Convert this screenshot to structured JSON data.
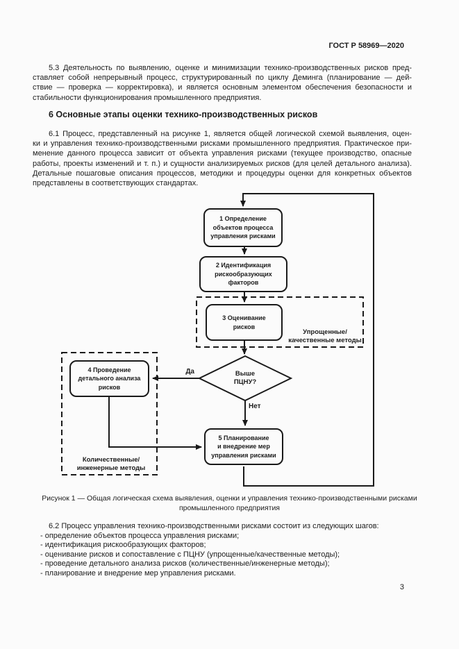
{
  "page": {
    "header": "ГОСТ Р 58969—2020",
    "page_number": "3"
  },
  "section_5_3": {
    "lines": [
      "5.3 Деятельность по выявлению, оценке и минимизации технико-производственных рисков пред-",
      "ставляет собой непрерывный процесс, структурированный по циклу Деминга (планирование — дей-",
      "ствие — проверка — корректировка), и является основным элементом обеспечения безопасности и",
      "стабильности функционирования промышленного предприятия."
    ]
  },
  "section_6": {
    "heading": "6 Основные этапы оценки технико-производственных рисков",
    "para_6_1_lines": [
      "6.1 Процесс, представленный на рисунке 1, является общей логической схемой выявления, оцен-",
      "ки и управления технико-производственными рисками промышленного предприятия. Практическое при-",
      "менение данного процесса зависит от объекта управления рисками (текущее производство, опасные",
      "работы, проекты изменений и т. п.) и сущности анализируемых рисков (для целей детального анализа).",
      "Детальные пошаговые описания процессов, методики и процедуры оценки для конкретных объектов",
      "представлены в соответствующих стандартах."
    ],
    "para_6_2_intro": "6.2 Процесс управления технико-производственными рисками состоит из следующих шагов:",
    "para_6_2_bullets": [
      "- определение объектов процесса управления рисками;",
      "- идентификация рискообразующих факторов;",
      "- оценивание рисков и сопоставление с ПЦНУ (упрощенные/качественные методы);",
      "- проведение детального анализа рисков (количественные/инженерные методы);",
      "- планирование и внедрение мер управления рисками."
    ]
  },
  "figure": {
    "caption_line_1": "Рисунок 1 — Общая логическая схема выявления, оценки и управления технико-производственными рисками",
    "caption_line_2": "промышленного предприятия",
    "box_1": "1 Определение\nобъектов процесса\nуправления рисками",
    "box_2": "2 Идентификация\nрискообразующих\nфакторов",
    "box_3": "3 Оценивание\nрисков",
    "box_4": "4 Проведение\nдетального анализа\nрисков",
    "box_5": "5 Планирование\nи внедрение мер\nуправления рисками",
    "decision": "Выше\nПЦНУ?",
    "label_yes": "Да",
    "label_no": "Нет",
    "group_label_simplified": "Упрощенные/\nкачественные методы",
    "group_label_quantitative": "Количественные/\nинженерные методы",
    "line_color": "#1a1a1a"
  }
}
